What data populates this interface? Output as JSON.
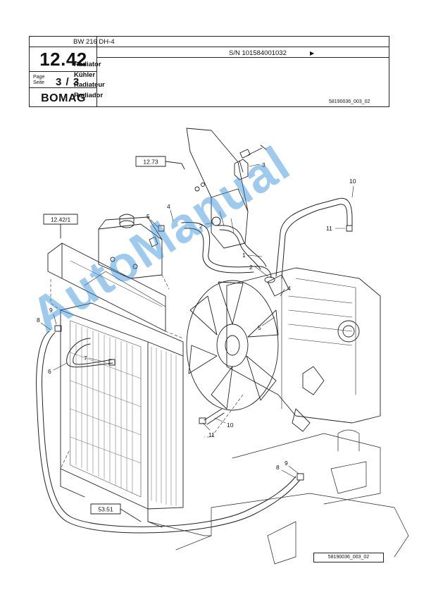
{
  "header": {
    "section_number": "12.42",
    "page_label_en": "Page",
    "page_label_de": "Seite",
    "page_value": "3 / 3",
    "brand": "BOMAG",
    "model": "BW 216 DH-4",
    "serial": "S/N 101584001032",
    "serial_arrow": "▶",
    "titles": [
      "Radiator",
      "Kühler",
      "Radiateur",
      "Radiador"
    ],
    "doc_number": "58190036_003_02"
  },
  "drawing": {
    "ref_boxes": [
      "12.73",
      "12.42/1",
      "53.51"
    ],
    "callouts": [
      "1",
      "2",
      "2",
      "3",
      "4",
      "4",
      "5",
      "5",
      "6",
      "7",
      "8",
      "8",
      "9",
      "9",
      "10",
      "10",
      "11",
      "11"
    ],
    "image_id": "58190036_003_02"
  },
  "watermark": "AutoManual",
  "colors": {
    "line": "#222222",
    "watermark": "#288cd7"
  }
}
